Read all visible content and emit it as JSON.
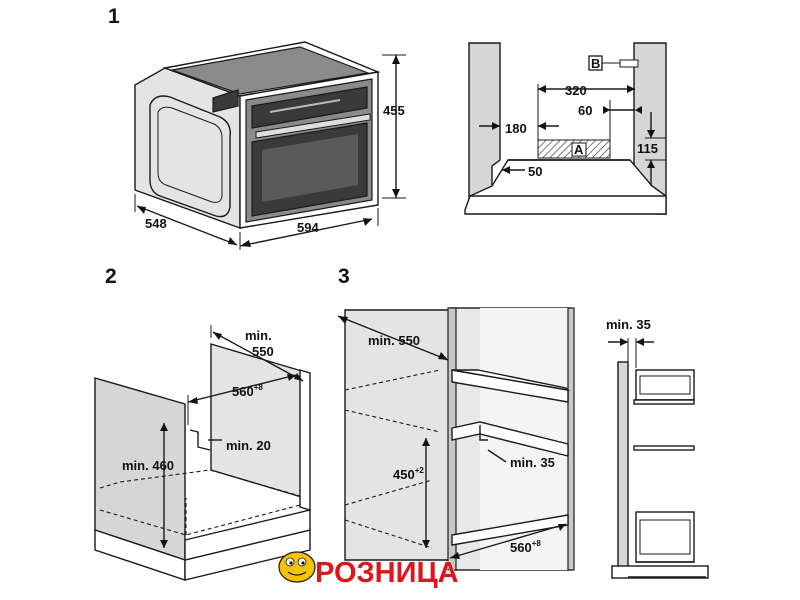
{
  "panels": {
    "p1": {
      "number": "1"
    },
    "p2": {
      "number": "2"
    },
    "p3": {
      "number": "3"
    }
  },
  "oven": {
    "height": "455",
    "depth": "548",
    "width": "594"
  },
  "niche": {
    "dim_320": "320",
    "dim_60": "60",
    "dim_180": "180",
    "dim_115": "115",
    "dim_50": "50",
    "label_a": "A",
    "label_b": "B"
  },
  "undercounter": {
    "depth_line1": "min.",
    "depth_line2": "550",
    "opening": "560",
    "opening_tol": "+8",
    "vent": "min. 20",
    "height": "min. 460"
  },
  "tall_unit": {
    "depth": "min. 550",
    "height": "450",
    "height_tol": "+2",
    "vent": "min. 35",
    "width": "560",
    "width_tol": "+8",
    "side_gap": "min. 35"
  },
  "watermark": {
    "text": "РОЗНИЦА",
    "colors": {
      "text": "#e0151b",
      "mascot": "#f5c400"
    }
  }
}
